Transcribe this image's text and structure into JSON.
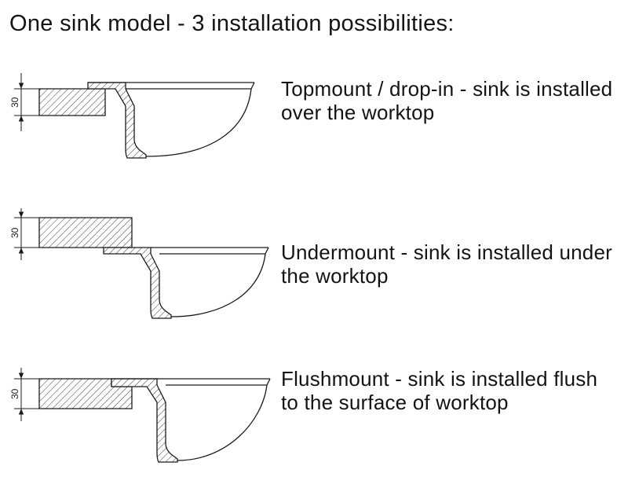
{
  "title": "One sink model - 3 installation possibilities:",
  "colors": {
    "ink": "#1b1b1b",
    "background": "#ffffff"
  },
  "rows": [
    {
      "name": "topmount",
      "dimension": "30",
      "label": "Topmount / drop-in - sink is installed over the worktop"
    },
    {
      "name": "undermount",
      "dimension": "30",
      "label": "Undermount - sink is installed under the worktop"
    },
    {
      "name": "flushmount",
      "dimension": "30",
      "label": "Flushmount - sink is installed flush to the surface of worktop"
    }
  ]
}
